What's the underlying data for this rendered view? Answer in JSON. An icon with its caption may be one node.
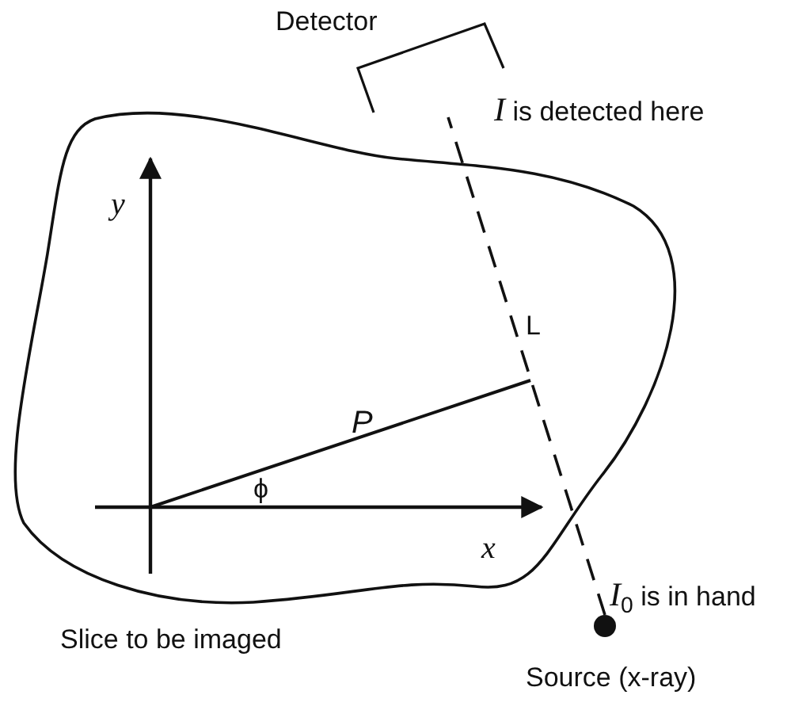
{
  "diagram": {
    "nodes": [
      {
        "text": [
          "Detector"
        ]
      },
      {
        "text": [],
        "shape": "circle",
        "beside": [
          "Source (x-ray)"
        ]
      }
    ],
    "edges": [
      {
        "from": 1,
        "to": 0,
        "arrow": "none",
        "style": "dashed"
      }
    ],
    "labels": [
      "*I* is detected here",
      "y",
      "L",
      "P",
      "ϕ",
      "x",
      "*I*$_{0}$ is in hand",
      "Slice to be imaged"
    ]
  }
}
